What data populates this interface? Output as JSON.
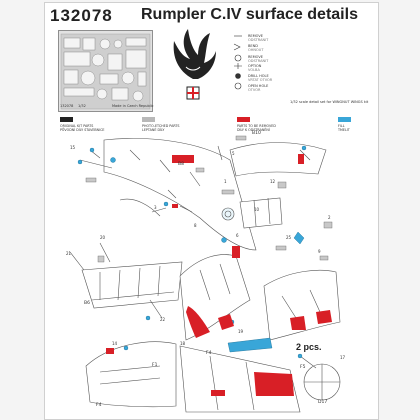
{
  "header": {
    "code": "132078",
    "title": "Rumpler C.IV surface details"
  },
  "fret": {
    "code": "132078",
    "scale": "1/32",
    "made_in": "Made in Czech Republic"
  },
  "legend_symbols": {
    "items": [
      {
        "label": "REMOVE",
        "sub": "ODSTRANIT"
      },
      {
        "label": "BEND",
        "sub": "OHNOUT"
      },
      {
        "label": "REMOVE",
        "sub": "ODSTRANIT"
      },
      {
        "label": "OPTION",
        "sub": "VOLBA"
      },
      {
        "label": "DRILL HOLE",
        "sub": "VRTAT OTVOR"
      },
      {
        "label": "OPEN HOLE",
        "sub": "OTVOR"
      }
    ],
    "note": "1/32 scale detail set for WINGNUT WINGS kit"
  },
  "key": [
    {
      "label": "ORIGINAL KIT PARTS",
      "sub": "PŮVODNÍ DÍLY STAVEBNICE",
      "color": "#222222"
    },
    {
      "label": "PHOTO-ETCHED PARTS",
      "sub": "LEPTANÉ DÍLY",
      "color": "#b8b8b8"
    },
    {
      "label": "PARTS TO BE REMOVED",
      "sub": "DÍLY K ODSTRANĚNÍ",
      "color": "#d81f26"
    },
    {
      "label": "FILL",
      "sub": "TMELIT",
      "color": "#39a6d8"
    }
  ],
  "callouts": {
    "b8": "B8",
    "b10": "B10",
    "b6": "B6",
    "f1": "F1",
    "f4a": "F4",
    "f4b": "F4",
    "f5": "F5",
    "d17": "D17",
    "n_15": "15",
    "n_3": "3",
    "n_5": "5",
    "n_20": "20",
    "n_21": "21",
    "n_22": "22",
    "n_25": "25",
    "n_6": "6",
    "n_10": "10",
    "n_12": "12",
    "n_14": "14",
    "n_18": "18",
    "n_19": "19",
    "n_17": "17",
    "n_9": "9",
    "n_1": "1",
    "n_2": "2",
    "n_8": "8"
  },
  "pcs_note": "2 pcs.",
  "colors": {
    "accent_red": "#d81f26",
    "fill_blue": "#39a6d8",
    "line": "#555555"
  }
}
